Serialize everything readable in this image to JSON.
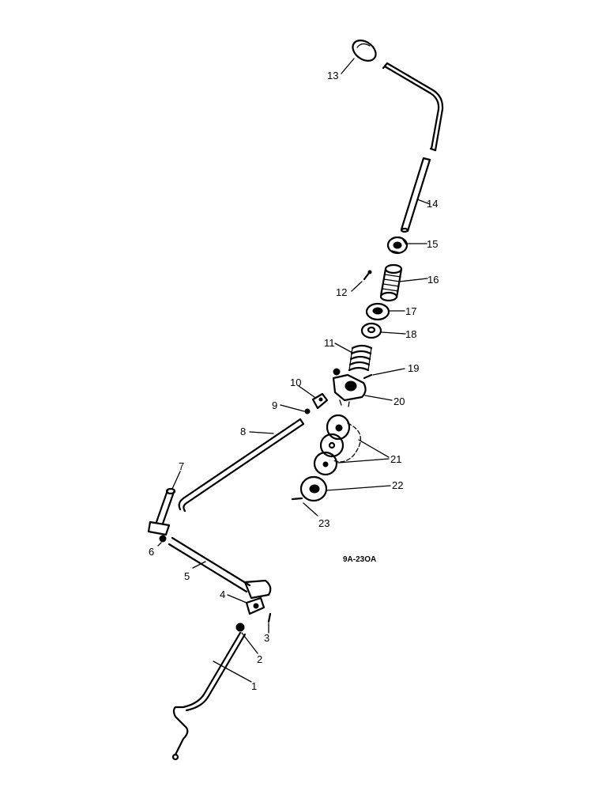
{
  "callouts": {
    "c1": "1",
    "c2": "2",
    "c3": "3",
    "c4": "4",
    "c5": "5",
    "c6": "6",
    "c7": "7",
    "c8": "8",
    "c9": "9",
    "c10": "10",
    "c11": "11",
    "c12": "12",
    "c13": "13",
    "c14": "14",
    "c15": "15",
    "c16": "16",
    "c17": "17",
    "c18": "18",
    "c19": "19",
    "c20": "20",
    "c21": "21",
    "c22": "22",
    "c23": "23"
  },
  "drawing_code": "9A-23OA"
}
